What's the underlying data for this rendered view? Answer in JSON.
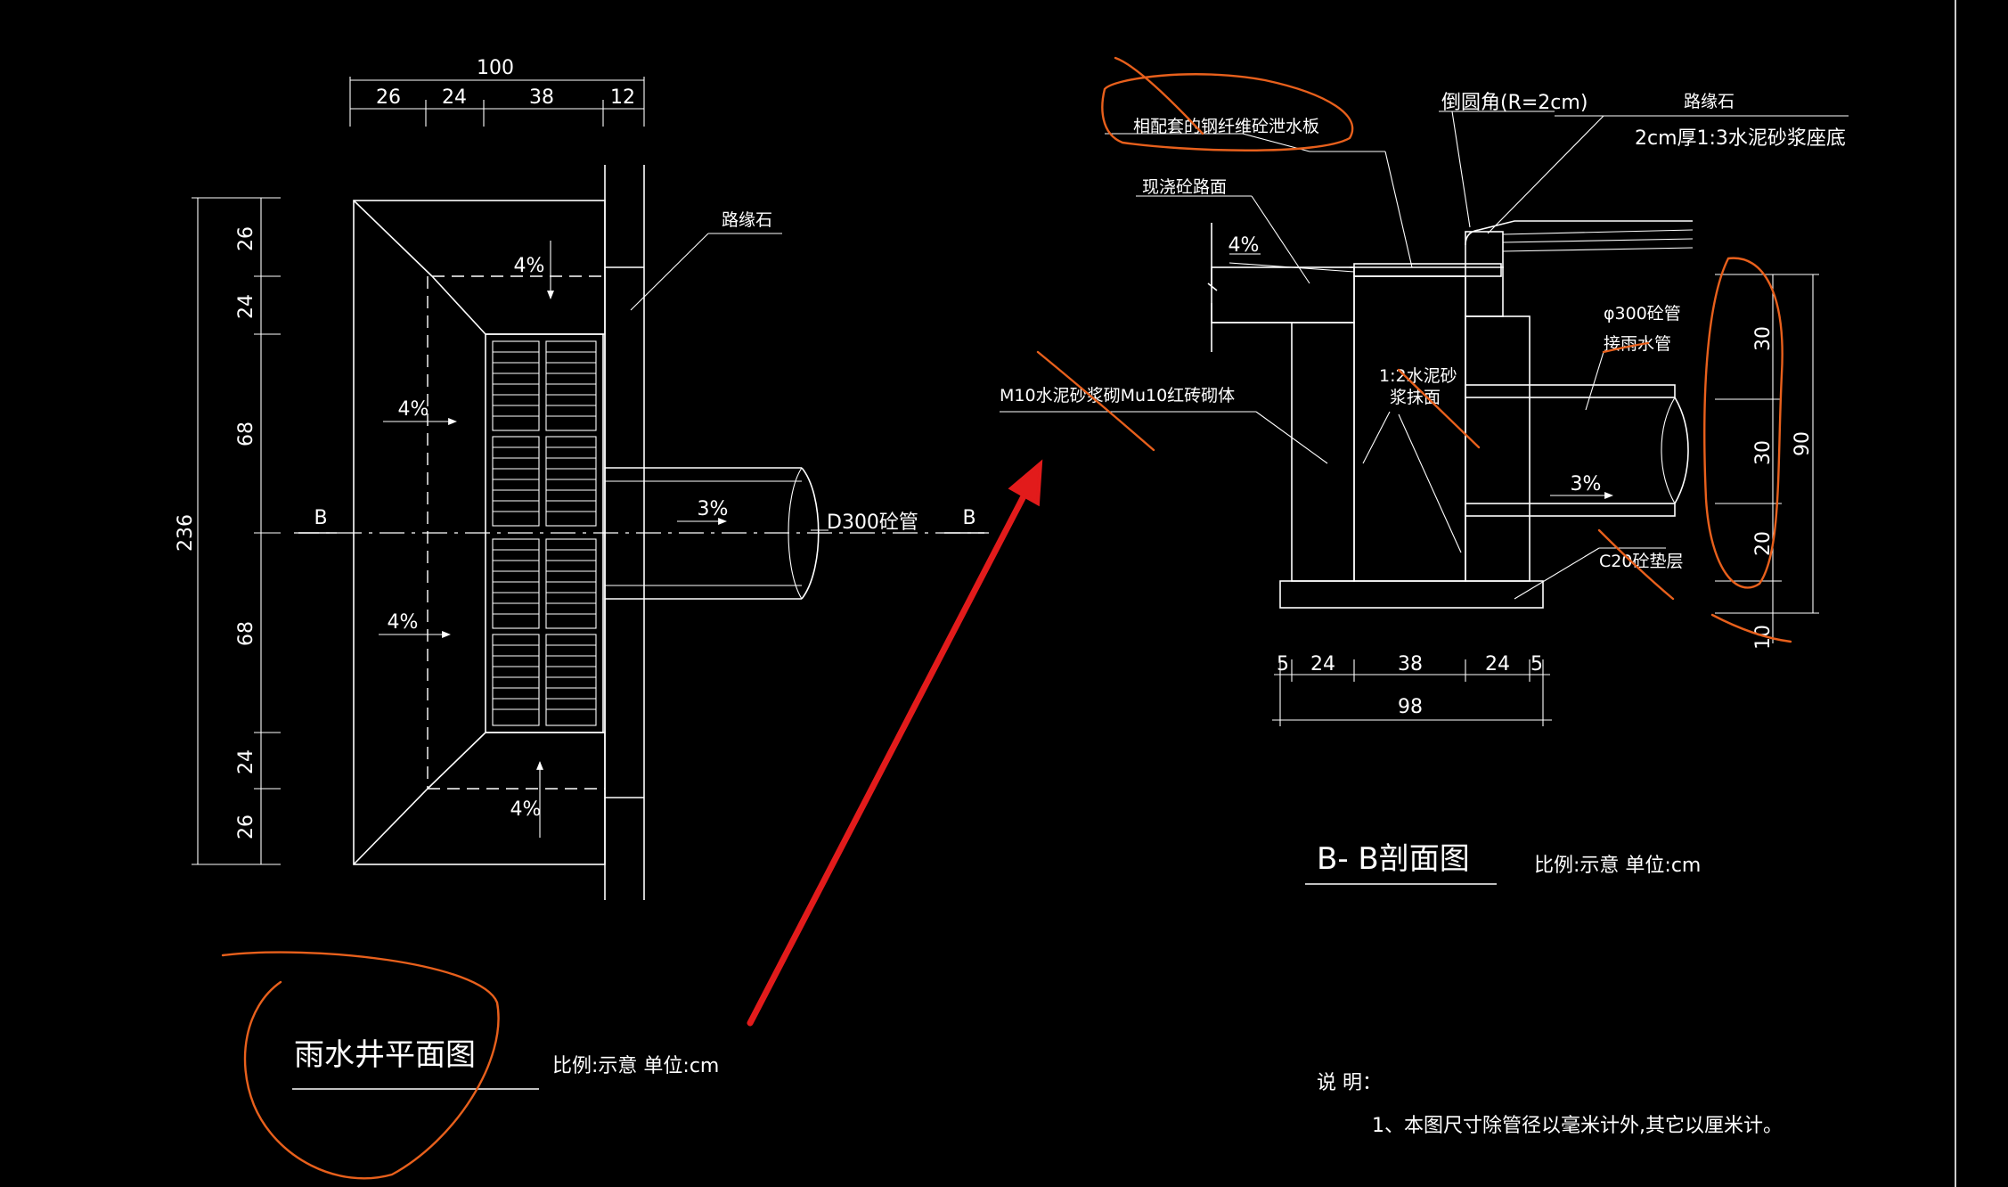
{
  "plan_view": {
    "title": "雨水井平面图",
    "scale_note": "比例:示意   单位:cm",
    "dims_top_total": "100",
    "dims_top": [
      "26",
      "24",
      "38",
      "12"
    ],
    "dims_left_total": "236",
    "dims_left": [
      "26",
      "24",
      "68",
      "68",
      "24",
      "26"
    ],
    "slope_labels": [
      "4%",
      "4%",
      "4%",
      "4%"
    ],
    "pipe_slope": "3%",
    "pipe_label": "D300砼管",
    "curb_label": "路缘石",
    "section_mark": "B"
  },
  "section_view": {
    "title": "B- B剖面图",
    "scale_note": "比例:示意   单位:cm",
    "labels": {
      "water_board": "相配套的钢纤维砼泄水板",
      "chamfer": "倒圆角(R=2cm)",
      "curb": "路缘石",
      "mortar_bed": "2cm厚1:3水泥砂浆座底",
      "pavement": "现浇砼路面",
      "masonry": "M10水泥砂浆砌Mu10红砖砌体",
      "plaster_1": "1:2水泥砂",
      "plaster_2": "浆抹面",
      "pipe_1": "φ300砼管",
      "pipe_2": "接雨水管",
      "cushion": "C20砼垫层"
    },
    "slope_top": "4%",
    "pipe_slope": "3%",
    "dims_bottom": [
      "5",
      "24",
      "38",
      "24",
      "5"
    ],
    "dims_bottom_total": "98",
    "dims_right": [
      "30",
      "30",
      "20",
      "10"
    ],
    "dims_right_total": "90"
  },
  "notes": {
    "heading": "说 明：",
    "line1": "1、本图尺寸除管径以毫米计外,其它以厘米计。"
  },
  "colors": {
    "background": "#000000",
    "drawing": "#ffffff",
    "markup": "#e8601c",
    "arrow": "#e21b1b"
  }
}
